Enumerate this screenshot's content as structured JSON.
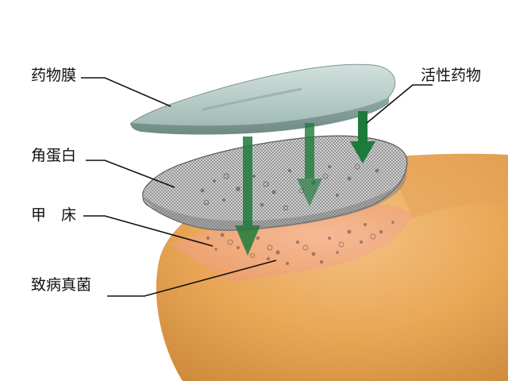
{
  "labels": {
    "drug_film": "药物膜",
    "active_drug": "活性药物",
    "keratin": "角蛋白",
    "nail_bed": "甲　床",
    "pathogenic_fungi": "致病真菌"
  },
  "colors": {
    "arrow": "#1e7a3a",
    "film": "#a9c2bd",
    "keratin_mesh": "#8e8e8e",
    "skin": "#e9a756",
    "nail_bed": "#f0a87e",
    "spots": "#8a6a5c"
  }
}
